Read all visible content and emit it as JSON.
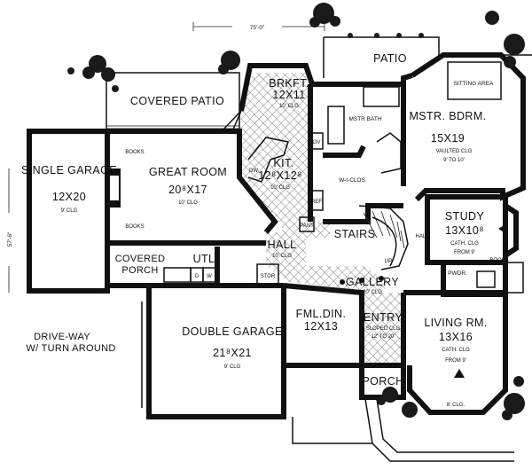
{
  "dimensions": {
    "width": "75'-0\"",
    "depth": "57'-6\""
  },
  "rooms": {
    "covered_patio": {
      "name": "COVERED PATIO"
    },
    "patio": {
      "name": "PATIO"
    },
    "brkft": {
      "name": "BRKFT.",
      "size": "12X11",
      "clg": "10' CLG"
    },
    "sitting_area": {
      "name": "SITTING AREA"
    },
    "mstr_bath": {
      "name": "MSTR BATH"
    },
    "mstr_bdrm": {
      "name": "MSTR. BDRM.",
      "size": "15X19",
      "clg": "VAULTED CLG",
      "clg2": "9' TO 10'"
    },
    "single_garage": {
      "name": "SINGLE GARAGE",
      "size": "12X20",
      "clg": "9' CLG"
    },
    "great_room": {
      "name": "GREAT ROOM",
      "size": "20⁸X17",
      "clg": "10' CLG"
    },
    "kit": {
      "name": "KIT.",
      "size": "12⁸X12⁸",
      "clg": "10' CLG"
    },
    "wic": {
      "name": "W-I-CLOS"
    },
    "study": {
      "name": "STUDY",
      "size": "13X10⁸",
      "clg": "CATH. CLG",
      "clg2": "FROM 9'"
    },
    "hall": {
      "name": "HALL",
      "clg": "10' CLG"
    },
    "hall_small": {
      "name": "HALL"
    },
    "stairs": {
      "name": "STAIRS"
    },
    "up": {
      "name": "UP"
    },
    "covered_porch": {
      "name": "COVERED PORCH"
    },
    "utl": {
      "name": "UTL"
    },
    "gallery": {
      "name": "GALLERY",
      "clg": "20' CLG"
    },
    "pwdr": {
      "name": "PWDR."
    },
    "fml_din": {
      "name": "FML.DIN.",
      "size": "12X13"
    },
    "entry": {
      "name": "ENTRY",
      "clg": "SLOPED CLG",
      "clg2": "12' TO 20'"
    },
    "living_rm": {
      "name": "LIVING RM.",
      "size": "13X16",
      "clg": "CATH. CLG",
      "clg2": "FROM 9'"
    },
    "double_garage": {
      "name": "DOUBLE GARAGE",
      "size": "21⁸X21",
      "clg": "9' CLG"
    },
    "porch": {
      "name": "PORCH"
    },
    "bay_clg": {
      "name": "8' CLG."
    }
  },
  "labels": {
    "books_1": "BOOKS",
    "books_2": "BOOKS",
    "books_3": "BOOKS",
    "dw": "DW",
    "ov": "OV",
    "ref": "REF",
    "pant": "PANT",
    "stor": "STOR",
    "d": "D",
    "w": "W",
    "driveway_1": "DRIVE-WAY",
    "driveway_2": "W/ TURN AROUND"
  }
}
